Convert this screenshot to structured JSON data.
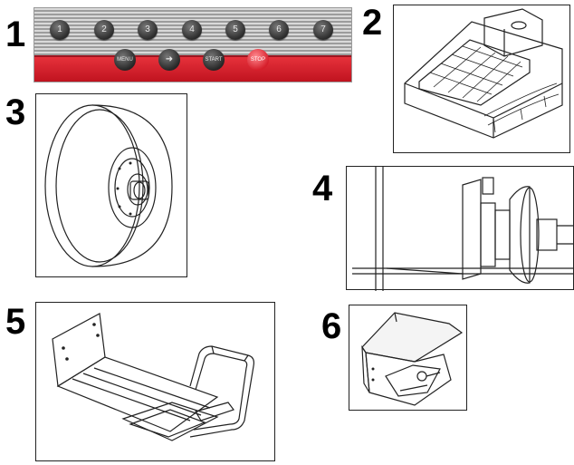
{
  "figures": [
    {
      "number": "1"
    },
    {
      "number": "2"
    },
    {
      "number": "3"
    },
    {
      "number": "4"
    },
    {
      "number": "5"
    },
    {
      "number": "6"
    }
  ],
  "keypad": {
    "number_keys": [
      "1",
      "2",
      "3",
      "4",
      "5",
      "6",
      "7"
    ],
    "menu_label": "MENU",
    "arrow_label": "➜",
    "start_label": "START",
    "stop_label": "STOP"
  },
  "colors": {
    "panel_red": "#d8212d",
    "panel_grey": "#b4b4b4",
    "line": "#222222"
  }
}
